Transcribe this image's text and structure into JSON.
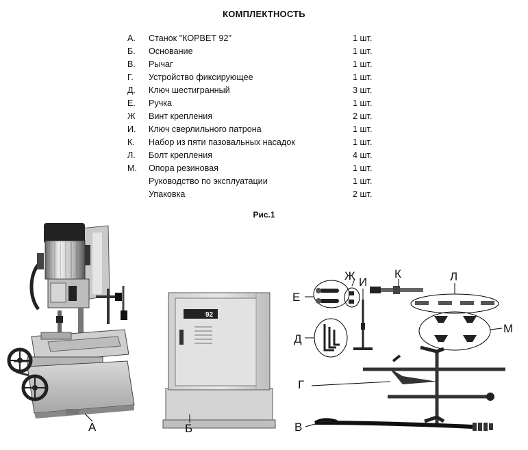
{
  "title": "КОМПЛЕКТНОСТЬ",
  "items": [
    {
      "letter": "А.",
      "name": "Станок \"КОРВЕТ 92\"",
      "qty": "1 шт."
    },
    {
      "letter": "Б.",
      "name": "Основание",
      "qty": "1 шт."
    },
    {
      "letter": "В.",
      "name": "Рычаг",
      "qty": "1 шт."
    },
    {
      "letter": "Г.",
      "name": "Устройство фиксирующее",
      "qty": "1 шт."
    },
    {
      "letter": "Д.",
      "name": "Ключ шестигранный",
      "qty": "3 шт."
    },
    {
      "letter": "Е.",
      "name": "Ручка",
      "qty": "1 шт."
    },
    {
      "letter": "Ж",
      "name": "Винт крепления",
      "qty": "2 шт."
    },
    {
      "letter": "И.",
      "name": "Ключ сверлильного патрона",
      "qty": "1 шт."
    },
    {
      "letter": "К.",
      "name": "Набор из пяти  пазовальных насадок",
      "qty": "1 шт."
    },
    {
      "letter": "Л.",
      "name": "Болт крепления",
      "qty": "4 шт."
    },
    {
      "letter": "М.",
      "name": "Опора резиновая",
      "qty": "1 шт."
    },
    {
      "letter": "",
      "name": "Руководство по эксплуатации",
      "qty": "1 шт."
    },
    {
      "letter": "",
      "name": "Упаковка",
      "qty": "2 шт."
    }
  ],
  "figure": {
    "caption": "Рис.1",
    "labels": {
      "a": "А",
      "b": "Б",
      "v": "В",
      "g": "Г",
      "d": "Д",
      "e": "Е",
      "zh": "Ж",
      "i": "И",
      "k": "К",
      "l": "Л",
      "m": "М"
    },
    "base_badge": "92"
  }
}
